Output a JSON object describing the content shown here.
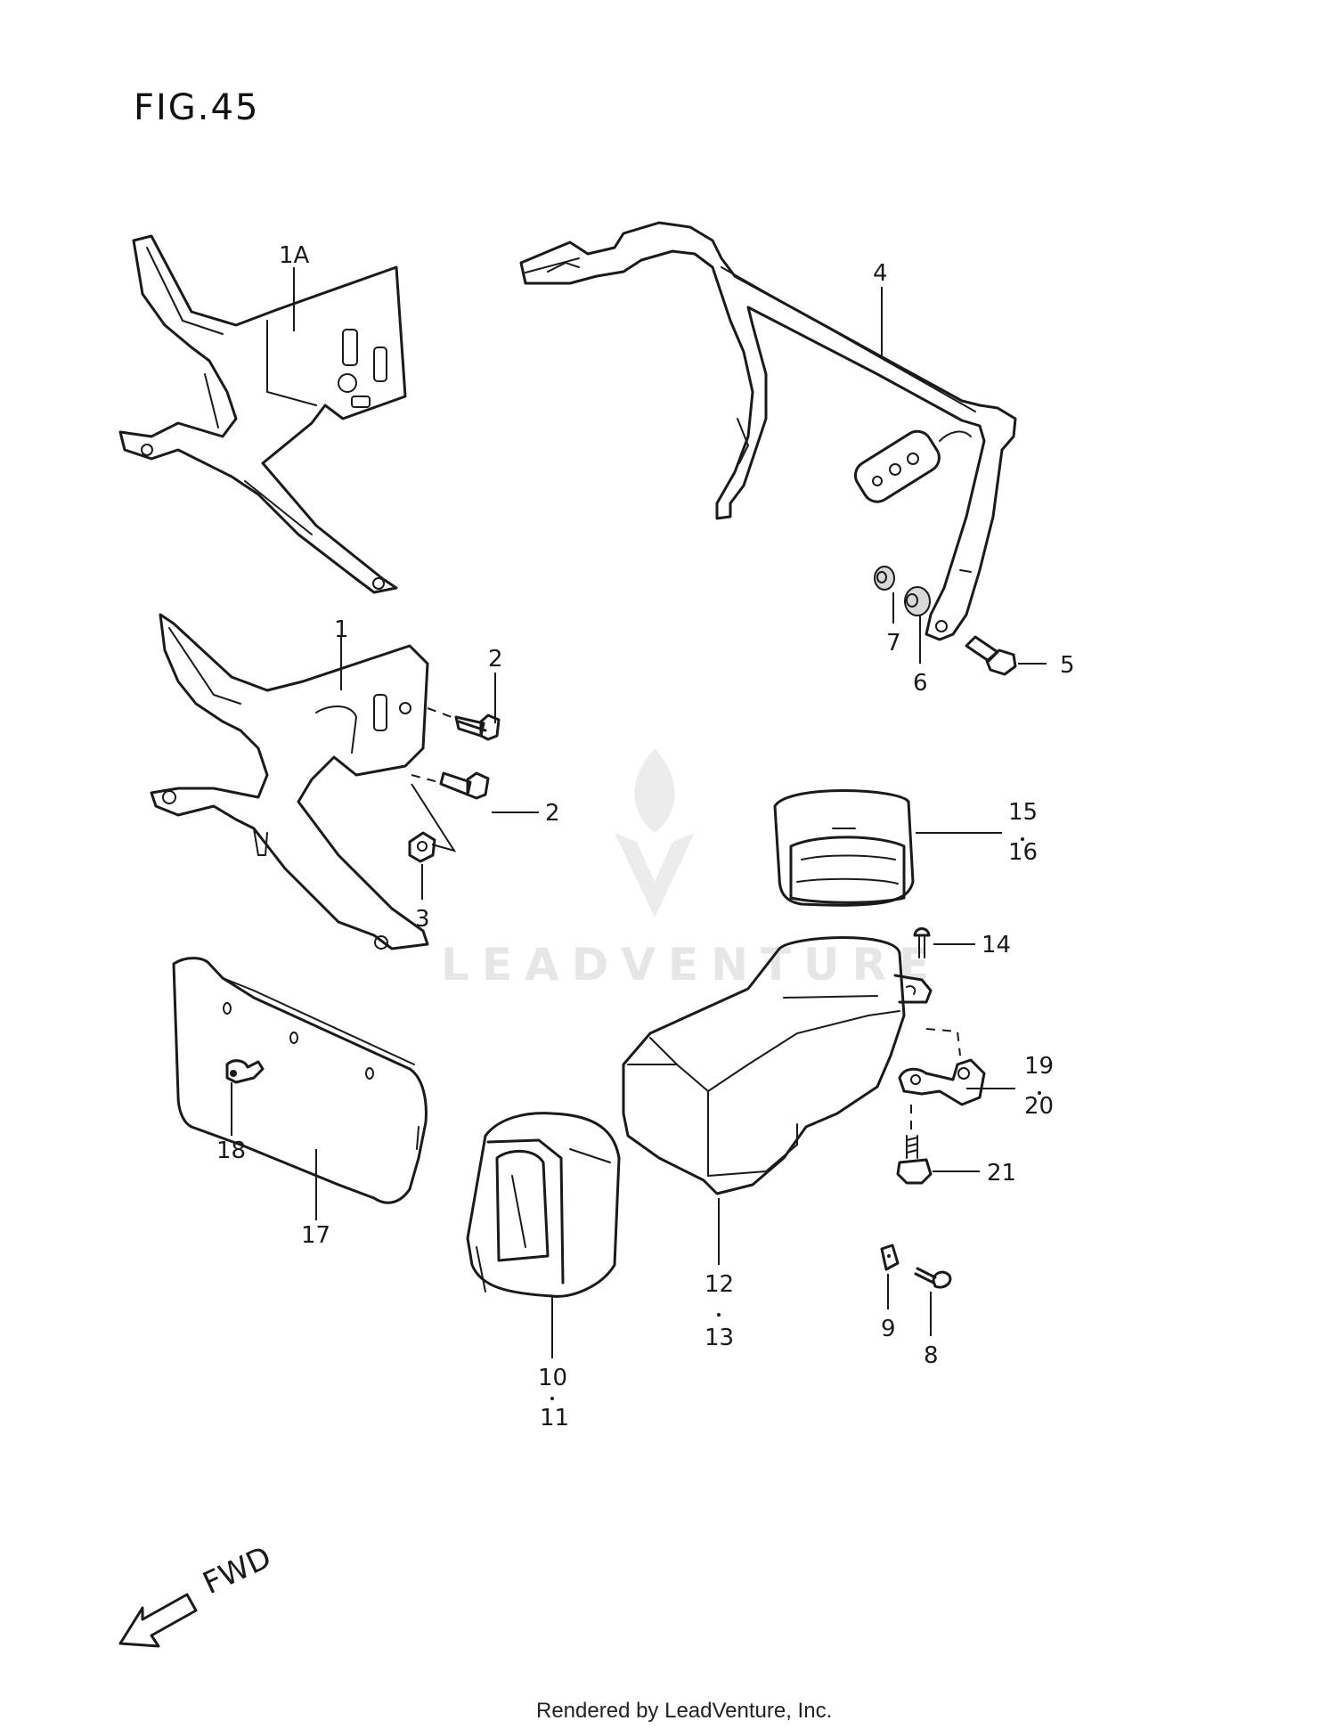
{
  "figure": {
    "title": "FIG.45"
  },
  "watermark": {
    "text": "LEADVENTURE"
  },
  "footer": {
    "text": "Rendered by LeadVenture, Inc."
  },
  "direction": {
    "label": "FWD"
  },
  "callouts": {
    "c1A": "1A",
    "c1": "1",
    "c2a": "2",
    "c2b": "2",
    "c3": "3",
    "c4": "4",
    "c5": "5",
    "c6": "6",
    "c7": "7",
    "c8": "8",
    "c9": "9",
    "c10": "10",
    "c11": "11",
    "c12": "12",
    "c13": "13",
    "c14": "14",
    "c15": "15",
    "c16": "16",
    "c17": "17",
    "c18": "18",
    "c19": "19",
    "c20": "20",
    "c21": "21"
  }
}
